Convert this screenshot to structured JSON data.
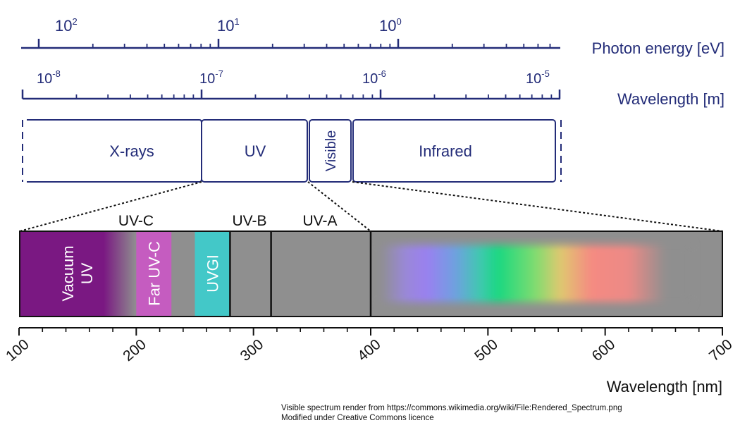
{
  "colors": {
    "navy": "#232c78",
    "black": "#111111",
    "gray": "#8f8f8f",
    "vacuum_uv": "#7a1882",
    "far_uv_c": "#c55cc0",
    "uvgi": "#43c8c8"
  },
  "top_axes": {
    "photon_energy": {
      "label": "Photon energy [eV]",
      "ticks": [
        {
          "base": "10",
          "exp": "2"
        },
        {
          "base": "10",
          "exp": "1"
        },
        {
          "base": "10",
          "exp": "0"
        }
      ]
    },
    "wavelength_m": {
      "label": "Wavelength [m]",
      "ticks": [
        {
          "base": "10",
          "exp": "-8"
        },
        {
          "base": "10",
          "exp": "-7"
        },
        {
          "base": "10",
          "exp": "-6"
        },
        {
          "base": "10",
          "exp": "-5"
        }
      ]
    }
  },
  "regions": [
    {
      "key": "xrays",
      "label": "X-rays"
    },
    {
      "key": "uv",
      "label": "UV"
    },
    {
      "key": "visible",
      "label": "Visible"
    },
    {
      "key": "infrared",
      "label": "Infrared"
    }
  ],
  "uv_bands": {
    "top_labels": [
      "UV-C",
      "UV-B",
      "UV-A"
    ],
    "vacuum_uv": [
      "Vacuum",
      "UV"
    ],
    "far_uv_c": "Far UV-C",
    "uvgi": "UVGI"
  },
  "bottom_axis": {
    "label": "Wavelength [nm]",
    "ticks": [
      "100",
      "200",
      "300",
      "400",
      "500",
      "600",
      "700"
    ],
    "range": [
      100,
      700
    ],
    "band_boundaries_nm": [
      200,
      280,
      315,
      400
    ],
    "far_uv_c_nm": [
      200,
      230
    ],
    "uvgi_nm": [
      250,
      280
    ]
  },
  "credit": {
    "line1": "Visible spectrum render from https://commons.wikimedia.org/wiki/File:Rendered_Spectrum.png",
    "line2": "Modified under Creative Commons licence"
  }
}
